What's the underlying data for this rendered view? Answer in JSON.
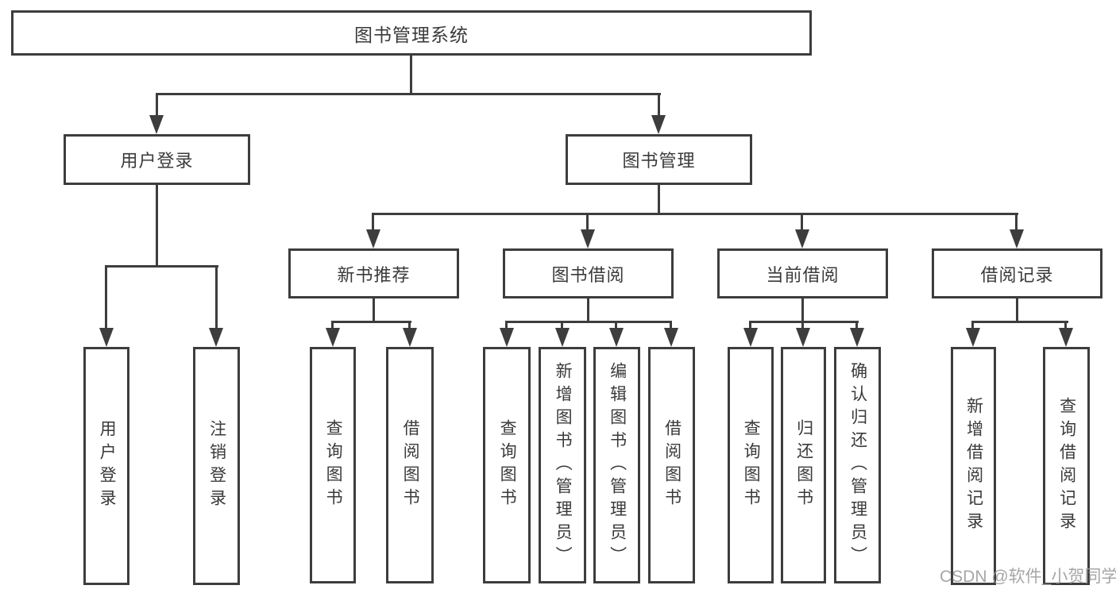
{
  "tree": {
    "label": "图书管理系统",
    "children": [
      {
        "label": "用户登录",
        "children": [
          {
            "label": "用户登录"
          },
          {
            "label": "注销登录"
          }
        ]
      },
      {
        "label": "图书管理",
        "children": [
          {
            "label": "新书推荐",
            "children": [
              {
                "label": "查询图书"
              },
              {
                "label": "借阅图书"
              }
            ]
          },
          {
            "label": "图书借阅",
            "children": [
              {
                "label": "查询图书"
              },
              {
                "label": "新增图书（管理员）"
              },
              {
                "label": "编辑图书（管理员）"
              },
              {
                "label": "借阅图书"
              }
            ]
          },
          {
            "label": "当前借阅",
            "children": [
              {
                "label": "查询图书"
              },
              {
                "label": "归还图书"
              },
              {
                "label": "确认归还（管理员）"
              }
            ]
          },
          {
            "label": "借阅记录",
            "children": [
              {
                "label": "新增借阅记录"
              },
              {
                "label": "查询借阅记录"
              }
            ]
          }
        ]
      }
    ]
  },
  "watermark": {
    "text": "CSDN @软件_小贺同学"
  },
  "colors": {
    "line": "#3d3d3d",
    "box_background": "#ffffff",
    "text": "#3a3a3a",
    "watermark": "#9e9e9e"
  }
}
